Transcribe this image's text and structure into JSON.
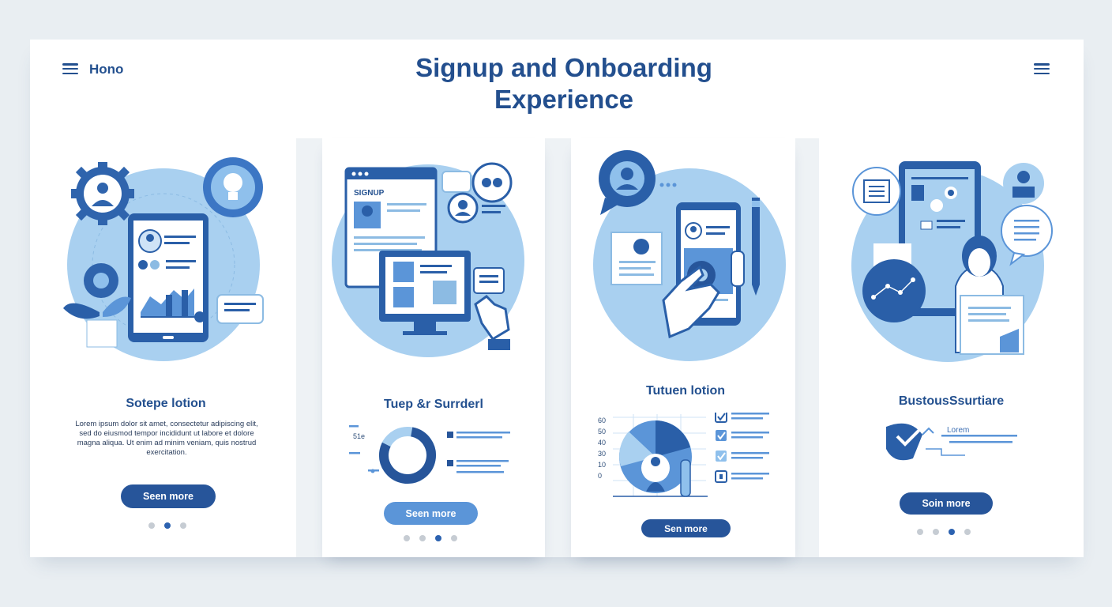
{
  "header": {
    "brand": "Hono",
    "title_line1": "Signup and Onboarding",
    "title_line2": "Experience"
  },
  "panels": [
    {
      "title": "Sotepe lotion",
      "body": [
        "Lorem ipsum dolor sit amet, consectetur adipiscing elit,",
        "sed do eiusmod tempor incididunt ut labore et dolore",
        "magna aliqua. Ut enim ad minim veniam, quis nostrud",
        "exercitation."
      ],
      "button": "Seen more",
      "dots": 3,
      "active_dot": 1
    },
    {
      "title": "Tuep &r Surrderl",
      "chart_label": "51e",
      "button": "Seen more",
      "dots": 4,
      "active_dot": 2
    },
    {
      "title": "Tutuen lotion",
      "axis_ticks": [
        "60",
        "50",
        "40",
        "30",
        "10",
        "0"
      ],
      "button": "Sen more",
      "checklist": [
        true,
        true,
        true,
        false
      ]
    },
    {
      "title": "BustousSsurtiare",
      "callout": "Lorem",
      "button": "Soin more",
      "dots": 4,
      "active_dot": 2
    }
  ],
  "illustration": {
    "signup_screen_label": "SIGNUP"
  },
  "colors": {
    "primary": "#27559a",
    "accent": "#5b95d8",
    "circle": "#a9d0f0",
    "text": "#234f8e"
  }
}
